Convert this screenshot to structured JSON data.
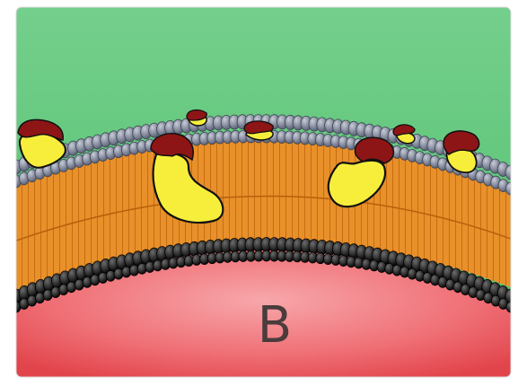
{
  "panel": {
    "letter": "B"
  },
  "colors": {
    "extracellular": "#74cf8c",
    "outer_head": "#7b8296",
    "hydrophobic_core": "#e8902a",
    "inner_head": "#1c1c1c",
    "cytoplasm": "#e85a60",
    "protein_body": "#f7ee3c",
    "glycan_cap": "#8e1516",
    "outline": "#111111"
  },
  "icons": {
    "outer_head_bead": "lipid-head-bead",
    "tail": "lipid-tail",
    "protein": "membrane-protein",
    "glycan": "glycan-cap"
  }
}
